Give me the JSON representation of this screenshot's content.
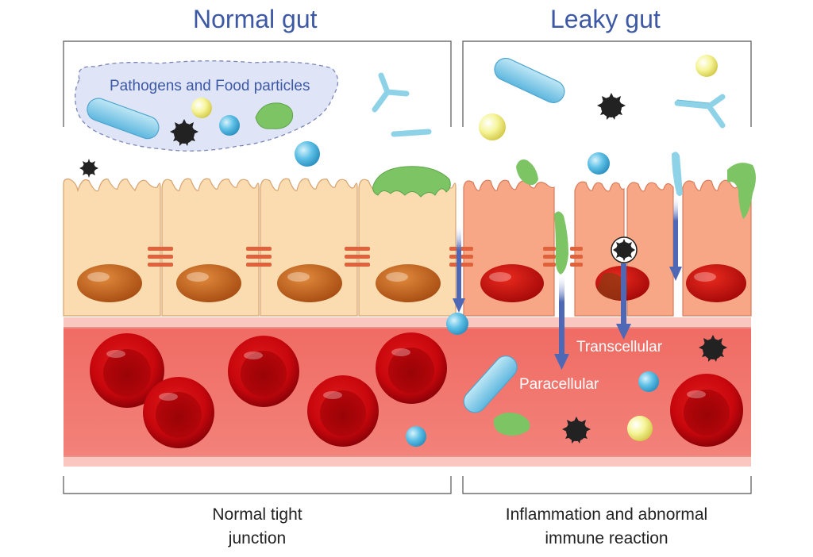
{
  "titles": {
    "left": "Normal gut",
    "right": "Leaky gut"
  },
  "labels": {
    "pathogens": "Pathogens and Food particles",
    "transcellular": "Transcellular",
    "paracellular": "Paracellular"
  },
  "captions": {
    "left_line1": "Normal tight",
    "left_line2": "junction",
    "right_line1": "Inflammation and abnormal",
    "right_line2": "immune reaction"
  },
  "colors": {
    "title": "#3d59a6",
    "normal_cell": "#fbdcb0",
    "leaky_cell": "#f7a785",
    "nucleus_normal": "#b85a1c",
    "nucleus_leaky": "#c40d0d",
    "blood_vessel": "#f2736b",
    "red_blood_cell": "#c8070d",
    "arrow": "#4f68b5",
    "bacteria": "#8ecfe8",
    "food_particle": "#7cc464",
    "tight_junction": "#e0623c"
  }
}
